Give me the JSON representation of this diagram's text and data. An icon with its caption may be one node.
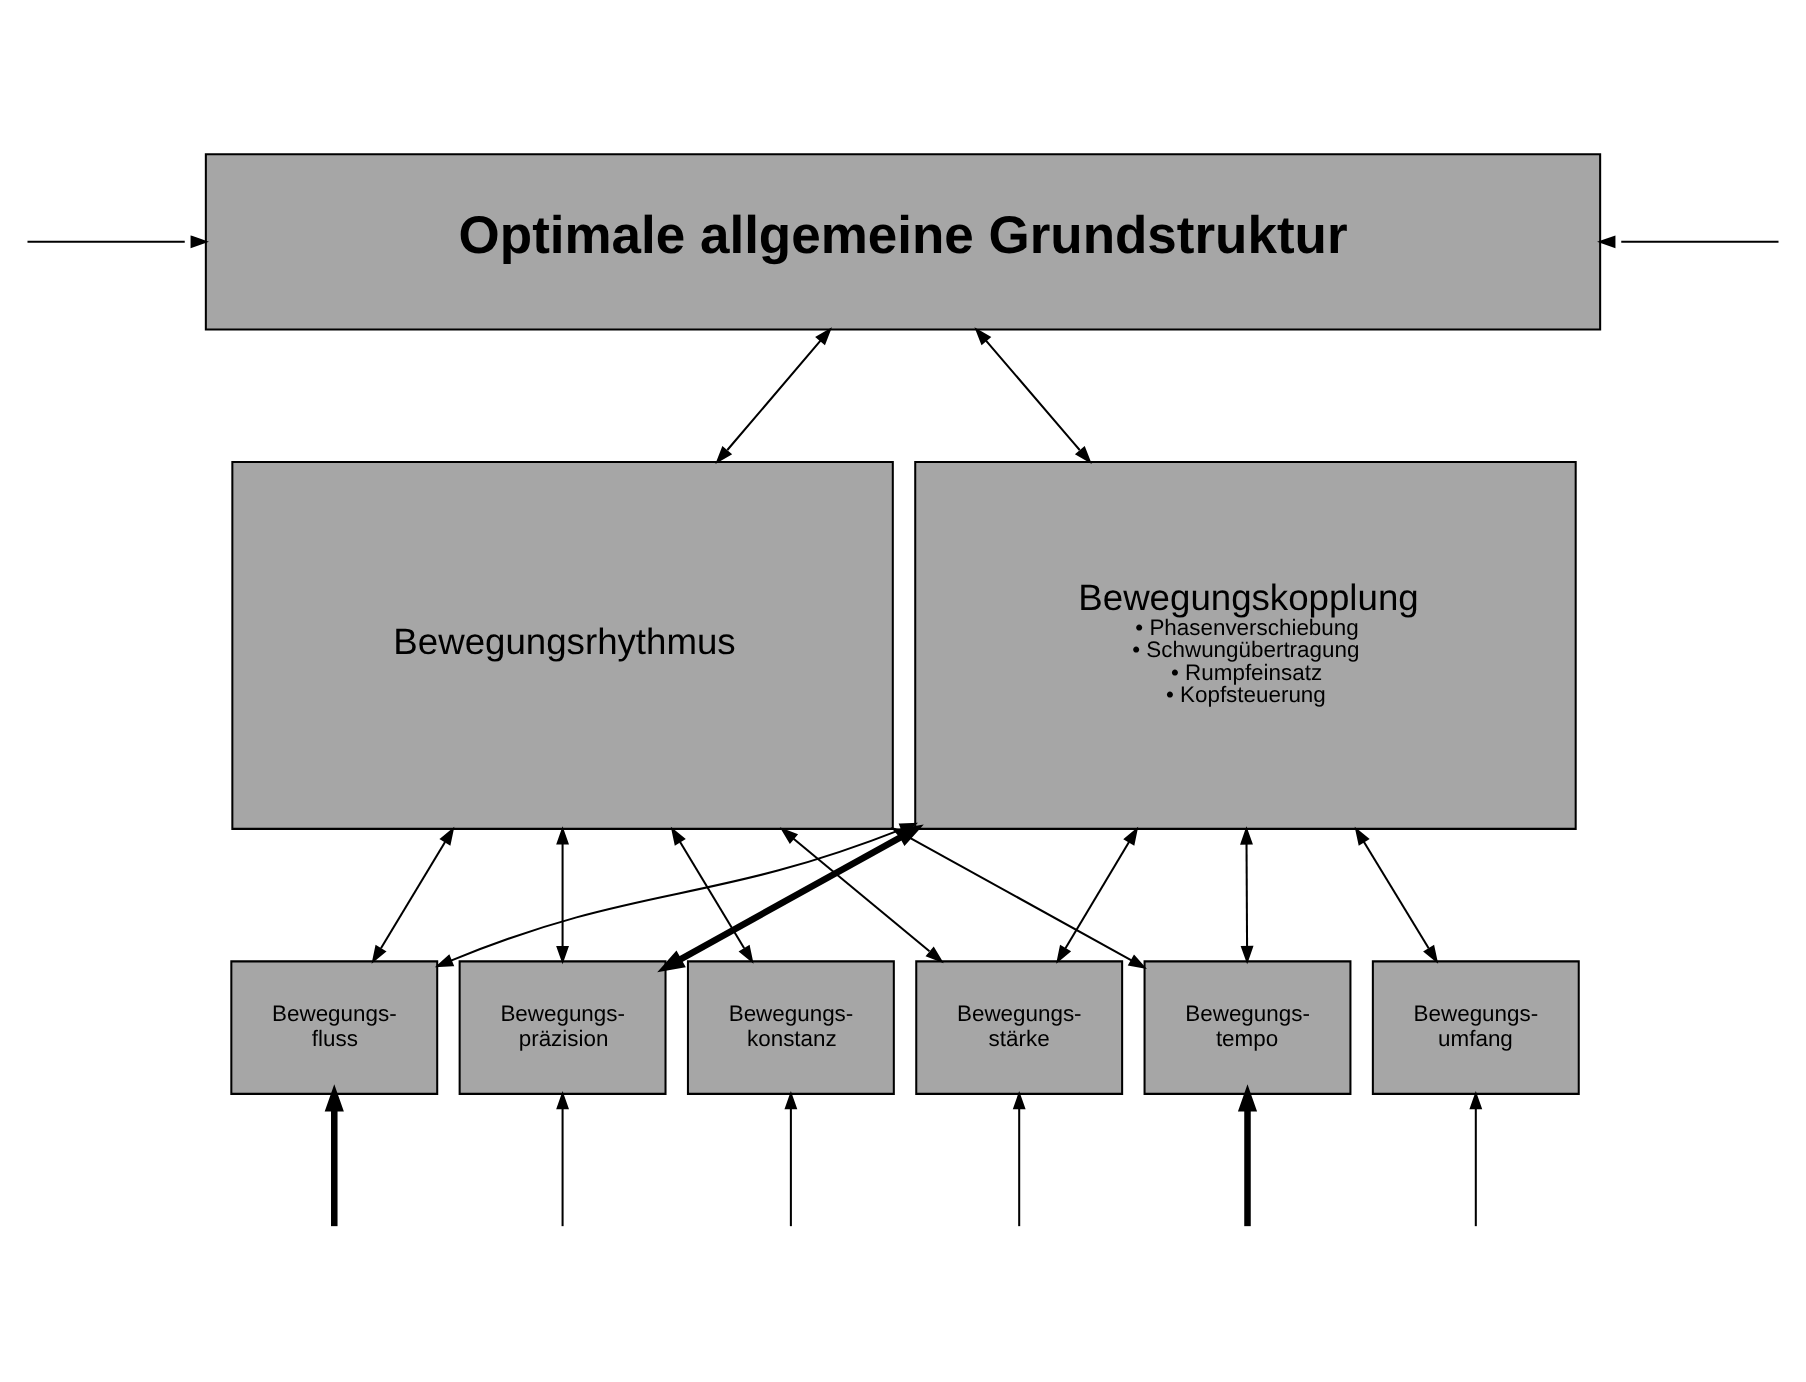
{
  "diagram": {
    "nodes": [
      {
        "text": [
          "Optimale allgemeine Grundstruktur"
        ]
      },
      {
        "text": [
          "Bewegungsrhythmus"
        ]
      },
      {
        "text": [
          "Bewegungskopplung",
          "• Phasenverschiebung",
          "• Schwungübertragung",
          "• Rumpfeinsatz",
          "• Kopfsteuerung"
        ]
      },
      {
        "text": [
          "Bewegungs- fluss"
        ]
      },
      {
        "text": [
          "Bewegungs- präzision"
        ]
      },
      {
        "text": [
          "Bewegungs- konstanz"
        ]
      },
      {
        "text": [
          "Bewegungs- stärke"
        ]
      },
      {
        "text": [
          "Bewegungs- tempo"
        ]
      },
      {
        "text": [
          "Bewegungs- umfang"
        ]
      }
    ],
    "edges": [
      {
        "from": 0,
        "to": 1,
        "arrow": "both"
      },
      {
        "from": 0,
        "to": 2,
        "arrow": "both"
      },
      {
        "from": 1,
        "to": 3,
        "arrow": "both"
      },
      {
        "from": 1,
        "to": 4,
        "arrow": "both"
      },
      {
        "from": 1,
        "to": 5,
        "arrow": "both"
      },
      {
        "from": 1,
        "to": 6,
        "arrow": "both"
      },
      {
        "from": 1,
        "to": 7,
        "arrow": "both"
      },
      {
        "from": 2,
        "to": 3,
        "arrow": "both"
      },
      {
        "from": 2,
        "to": 4,
        "arrow": "both",
        "style": "thick"
      },
      {
        "from": 2,
        "to": 6,
        "arrow": "both"
      },
      {
        "from": 2,
        "to": 7,
        "arrow": "both"
      },
      {
        "from": 2,
        "to": 8,
        "arrow": "both"
      },
      {
        "from": null,
        "to": 3,
        "arrow": "to",
        "style": "thick"
      },
      {
        "from": null,
        "to": 4,
        "arrow": "to"
      },
      {
        "from": null,
        "to": 5,
        "arrow": "to"
      },
      {
        "from": null,
        "to": 6,
        "arrow": "to"
      },
      {
        "from": null,
        "to": 7,
        "arrow": "to",
        "style": "thick"
      },
      {
        "from": null,
        "to": 8,
        "arrow": "to"
      },
      {
        "from": null,
        "to": 0,
        "arrow": "to"
      },
      {
        "from": null,
        "to": 0,
        "arrow": "to"
      }
    ]
  }
}
